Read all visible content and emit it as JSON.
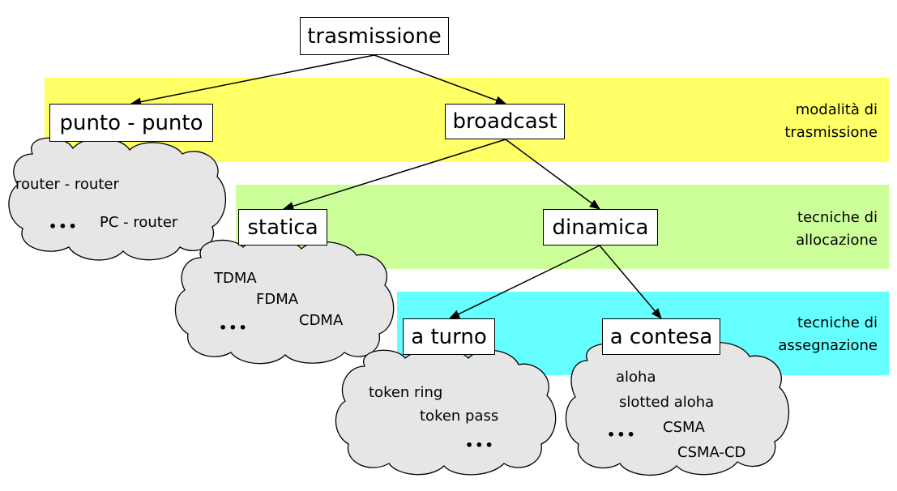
{
  "colors": {
    "band_modalita": "#ffff66",
    "band_allocazione": "#ccff99",
    "band_assegnazione": "#66ffff",
    "cloud_fill": "#e6e6e6"
  },
  "nodes": {
    "root": "trasmissione",
    "punto": "punto - punto",
    "broadcast": "broadcast",
    "statica": "statica",
    "dinamica": "dinamica",
    "turno": "a turno",
    "contesa": "a contesa"
  },
  "bands": {
    "modalita": [
      "modalità di",
      "trasmissione"
    ],
    "allocazione": [
      "tecniche di",
      "allocazione"
    ],
    "assegnazione": [
      "tecniche di",
      "assegnazione"
    ]
  },
  "clouds": {
    "punto": [
      "router - router",
      "PC - router"
    ],
    "statica": [
      "TDMA",
      "FDMA",
      "CDMA"
    ],
    "turno": [
      "token ring",
      "token pass"
    ],
    "contesa": [
      "aloha",
      "slotted aloha",
      "CSMA",
      "CSMA-CD"
    ]
  },
  "ellipsis": "•••"
}
